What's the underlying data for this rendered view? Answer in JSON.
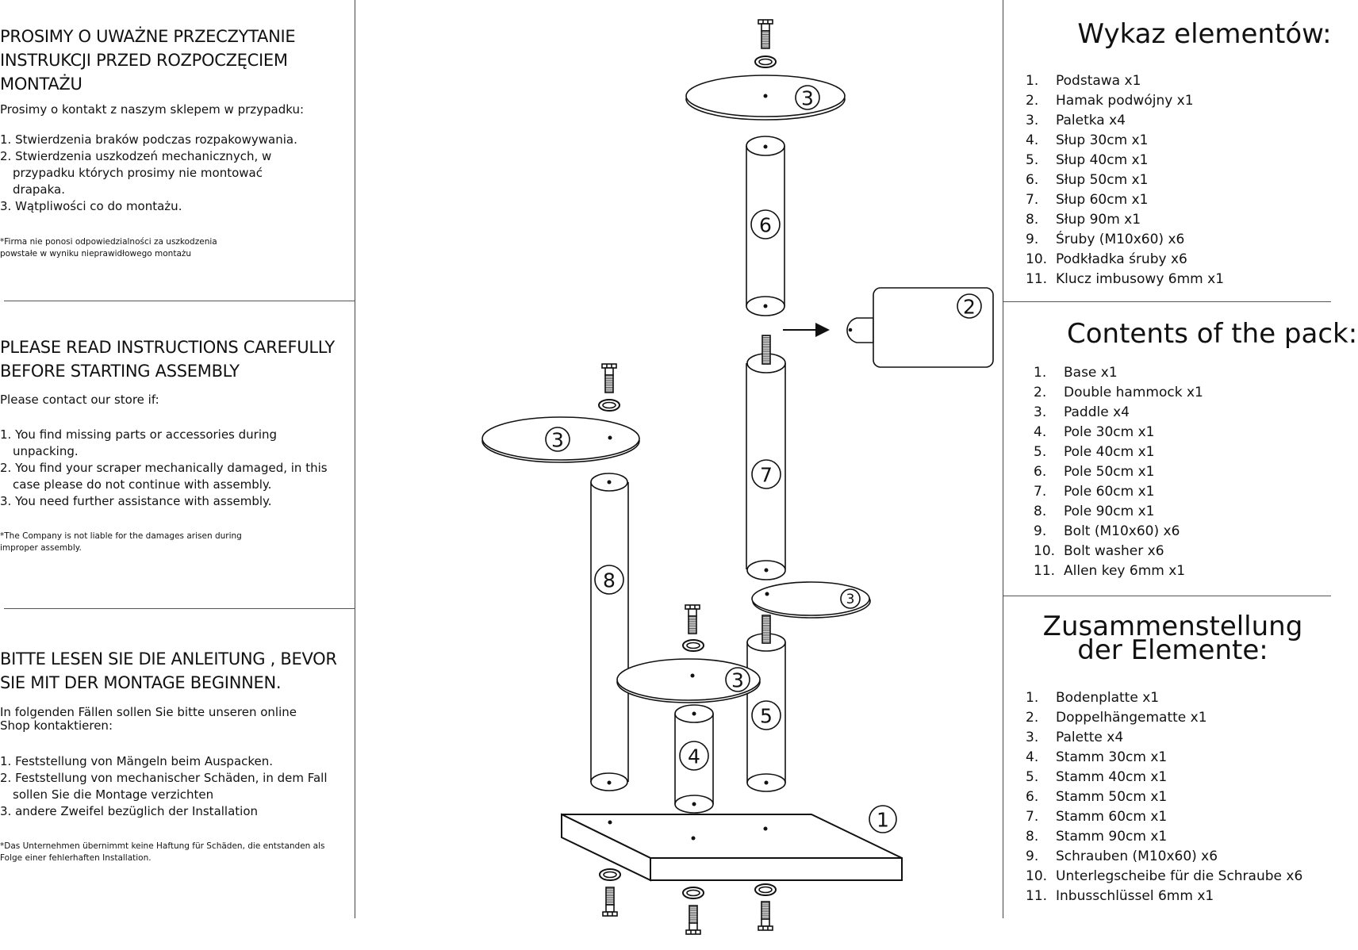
{
  "left": {
    "polish": {
      "heading": "PROSIMY O UWAŻNE PRZECZYTANIE INSTRUKCJI PRZED ROZPOCZĘCIEM MONTAŻU",
      "intro": "Prosimy o kontakt z naszym sklepem w przypadku:",
      "items": [
        "1. Stwierdzenia braków podczas rozpakowywania.",
        "2. Stwierdzenia uszkodzeń mechanicznych, w przypadku których prosimy nie montować drapaka.",
        "3. Wątpliwości co do montażu."
      ],
      "note": "*Firma nie ponosi odpowiedzialności za uszkodzenia powstałe w wyniku nieprawidłowego montażu"
    },
    "english": {
      "heading": "PLEASE READ INSTRUCTIONS CAREFULLY BEFORE STARTING ASSEMBLY",
      "intro": "Please contact our store if:",
      "items": [
        "1. You find missing parts or accessories during unpacking.",
        "2. You find your scraper mechanically damaged, in this case please do not continue with assembly.",
        "3. You need further assistance with assembly."
      ],
      "note": "*The Company is not liable for the damages arisen during improper assembly."
    },
    "german": {
      "heading": "BITTE LESEN SIE DIE ANLEITUNG , BEVOR SIE MIT DER MONTAGE BEGINNEN.",
      "intro": "In folgenden Fällen sollen Sie bitte unseren online Shop kontaktieren:",
      "items": [
        "1. Feststellung von Mängeln beim Auspacken.",
        "2. Feststellung von mechanischer Schäden, in dem Fall sollen Sie die Montage verzichten",
        "3. andere Zweifel bezüglich der Installation"
      ],
      "note": "*Das Unternehmen übernimmt keine Haftung für Schäden, die entstanden als Folge einer  fehlerhaften Installation."
    }
  },
  "right": {
    "polish": {
      "title": "Wykaz elementów:",
      "items": [
        {
          "num": "1.",
          "label": "Podstawa x1"
        },
        {
          "num": "2.",
          "label": "Hamak podwójny x1"
        },
        {
          "num": "3.",
          "label": "Paletka x4"
        },
        {
          "num": "4.",
          "label": "Słup 30cm x1"
        },
        {
          "num": "5.",
          "label": "Słup 40cm x1"
        },
        {
          "num": "6.",
          "label": "Słup 50cm x1"
        },
        {
          "num": "7.",
          "label": "Słup 60cm x1"
        },
        {
          "num": "8.",
          "label": "Słup 90m x1"
        },
        {
          "num": "9.",
          "label": "Śruby (M10x60) x6"
        },
        {
          "num": "10.",
          "label": "Podkładka śruby x6"
        },
        {
          "num": "11.",
          "label": "Klucz imbusowy 6mm x1"
        }
      ]
    },
    "english": {
      "title": "Contents of the pack:",
      "items": [
        {
          "num": "1.",
          "label": "Base x1"
        },
        {
          "num": "2.",
          "label": "Double hammock x1"
        },
        {
          "num": "3.",
          "label": "Paddle x4"
        },
        {
          "num": "4.",
          "label": "Pole 30cm x1"
        },
        {
          "num": "5.",
          "label": "Pole 40cm x1"
        },
        {
          "num": "6.",
          "label": "Pole 50cm x1"
        },
        {
          "num": "7.",
          "label": "Pole 60cm x1"
        },
        {
          "num": "8.",
          "label": "Pole 90cm x1"
        },
        {
          "num": "9.",
          "label": "Bolt (M10x60) x6"
        },
        {
          "num": "10.",
          "label": "Bolt washer x6"
        },
        {
          "num": "11.",
          "label": "Allen key 6mm x1"
        }
      ]
    },
    "german": {
      "title_line1": "Zusammenstellung",
      "title_line2": "der Elemente:",
      "items": [
        {
          "num": "1.",
          "label": "Bodenplatte x1"
        },
        {
          "num": "2.",
          "label": "Doppelhängematte x1"
        },
        {
          "num": "3.",
          "label": "Palette x4"
        },
        {
          "num": "4.",
          "label": "Stamm 30cm x1"
        },
        {
          "num": "5.",
          "label": "Stamm 40cm x1"
        },
        {
          "num": "6.",
          "label": "Stamm 50cm x1"
        },
        {
          "num": "7.",
          "label": "Stamm 60cm x1"
        },
        {
          "num": "8.",
          "label": "Stamm 90cm x1"
        },
        {
          "num": "9.",
          "label": "Schrauben (M10x60) x6"
        },
        {
          "num": "10.",
          "label": "Unterlegscheibe für die Schraube x6"
        },
        {
          "num": "11.",
          "label": "Inbusschlüssel 6mm x1"
        }
      ]
    }
  },
  "diagram": {
    "callouts": {
      "base": "1",
      "hammock": "2",
      "paddle": "3",
      "pole30": "4",
      "pole40": "5",
      "pole50": "6",
      "pole60": "7",
      "pole90": "8"
    }
  }
}
